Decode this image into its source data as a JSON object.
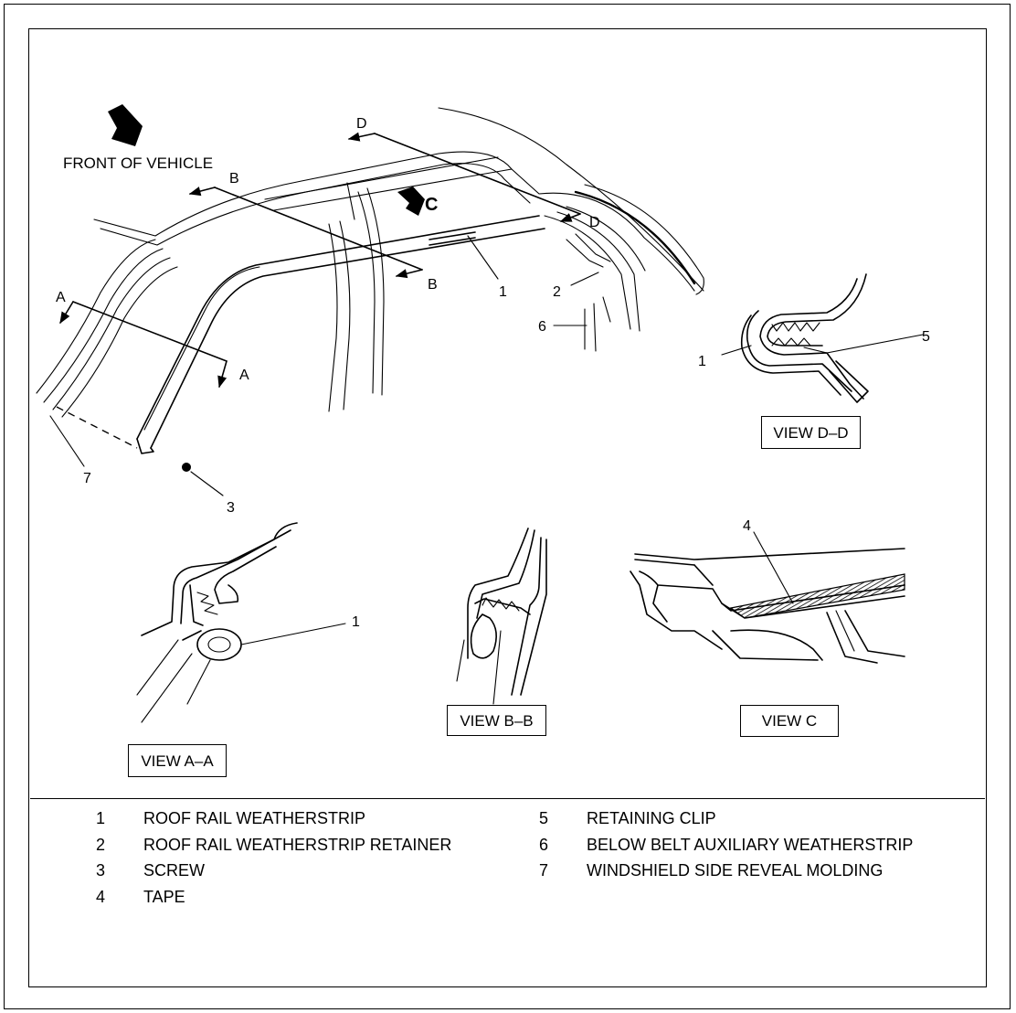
{
  "diagram": {
    "front_label": "FRONT OF VEHICLE",
    "section_markers": {
      "a_left": "A",
      "a_right": "A",
      "b_left": "B",
      "b_right": "B",
      "c": "C",
      "d_left": "D",
      "d_right": "D"
    },
    "callouts": {
      "main_1": "1",
      "main_2": "2",
      "main_3": "3",
      "main_6": "6",
      "main_7": "7",
      "dd_1": "1",
      "dd_5": "5",
      "aa_1": "1",
      "c_4": "4"
    },
    "view_labels": {
      "dd": "VIEW D–D",
      "bb": "VIEW B–B",
      "c": "VIEW C",
      "aa": "VIEW A–A"
    }
  },
  "legend": [
    {
      "num": "1",
      "text": "ROOF RAIL WEATHERSTRIP"
    },
    {
      "num": "2",
      "text": "ROOF RAIL WEATHERSTRIP RETAINER"
    },
    {
      "num": "3",
      "text": "SCREW"
    },
    {
      "num": "4",
      "text": "TAPE"
    },
    {
      "num": "5",
      "text": "RETAINING CLIP"
    },
    {
      "num": "6",
      "text": "BELOW BELT AUXILIARY WEATHERSTRIP"
    },
    {
      "num": "7",
      "text": "WINDSHIELD SIDE REVEAL MOLDING"
    }
  ]
}
